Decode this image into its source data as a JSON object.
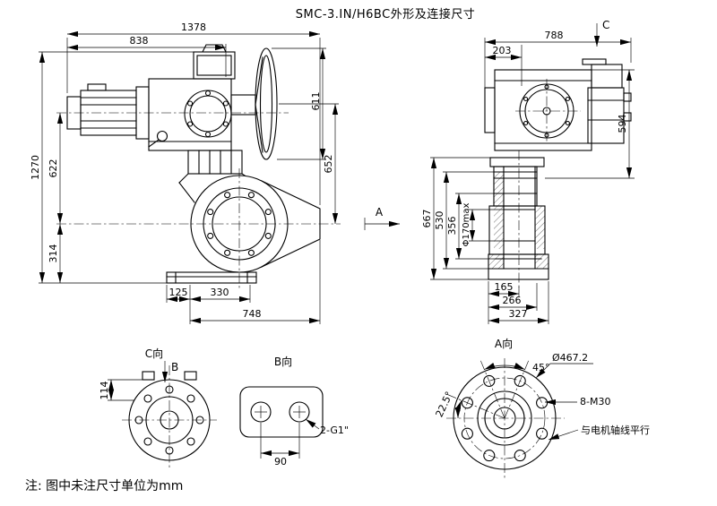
{
  "title": "SMC-3.IN/H6BC外形及连接尺寸",
  "note": "注: 图中未注尺寸单位为mm",
  "front_view": {
    "dim_1378": "1378",
    "dim_838": "838",
    "dim_1270": "1270",
    "dim_622": "622",
    "dim_314": "314",
    "dim_611": "611",
    "dim_652": "652",
    "dim_125": "125",
    "dim_330": "330",
    "dim_748": "748"
  },
  "side_view": {
    "dim_788": "788",
    "dim_203": "203",
    "dim_594": "594",
    "dim_667": "667",
    "dim_530": "530",
    "dim_356": "356",
    "dim_phi170": "Φ170max",
    "dim_165": "165",
    "dim_266": "266",
    "dim_327": "327",
    "arrow_label": "C"
  },
  "section_a": {
    "label": "A"
  },
  "c_view": {
    "label": "C向",
    "arrow_label": "B",
    "dim_114": "114"
  },
  "b_view": {
    "label": "B向",
    "dim_90": "90",
    "thread_label": "2-G1\""
  },
  "a_view": {
    "label": "A向",
    "dim_diameter": "Ø467.2",
    "dim_45": "45°",
    "dim_225": "22.5°",
    "bolt_label": "8-M30",
    "axis_note": "与电机轴线平行"
  }
}
